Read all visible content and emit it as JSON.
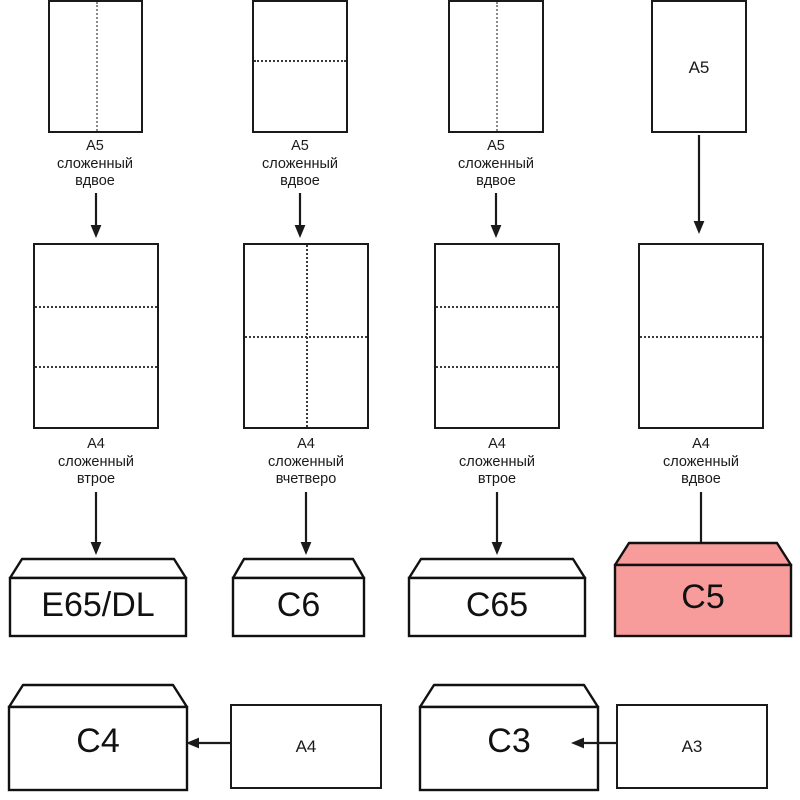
{
  "diagram": {
    "title": "Envelope and paper format folding chart",
    "language": "ru",
    "accent_color": "#f79b9b",
    "line_color": "#1a1a1a"
  },
  "row_paper_top": [
    {
      "name": "a5-fold-vertical-1",
      "inside_label": "",
      "caption": "А5\nсложенный\nвдвое",
      "fold": "vertical"
    },
    {
      "name": "a5-fold-horizontal",
      "inside_label": "",
      "caption": "А5\nсложенный\nвдвое",
      "fold": "horizontal"
    },
    {
      "name": "a5-fold-vertical-2",
      "inside_label": "",
      "caption": "А5\nсложенный\nвдвое",
      "fold": "vertical"
    },
    {
      "name": "a5-plain",
      "inside_label": "А5",
      "caption": "",
      "fold": "none"
    }
  ],
  "row_paper_middle": [
    {
      "name": "a4-fold-thirds-1",
      "caption": "А4\nсложенный\nвтрое",
      "fold": "thirds"
    },
    {
      "name": "a4-fold-quarters",
      "caption": "А4\nсложенный\nвчетверо",
      "fold": "quarters"
    },
    {
      "name": "a4-fold-thirds-2",
      "caption": "А4\nсложенный\nвтрое",
      "fold": "thirds"
    },
    {
      "name": "a4-fold-half",
      "caption": "А4\nсложенный\nвдвое",
      "fold": "half"
    }
  ],
  "row_envelopes": [
    {
      "name": "envelope-e65-dl",
      "label": "E65/DL",
      "highlighted": false
    },
    {
      "name": "envelope-c6",
      "label": "C6",
      "highlighted": false
    },
    {
      "name": "envelope-c65",
      "label": "C65",
      "highlighted": false
    },
    {
      "name": "envelope-c5",
      "label": "C5",
      "highlighted": true
    }
  ],
  "row_bottom": [
    {
      "name": "envelope-c4",
      "label": "C4",
      "source_label": "А4"
    },
    {
      "name": "envelope-c3",
      "label": "C3",
      "source_label": "А3"
    }
  ]
}
